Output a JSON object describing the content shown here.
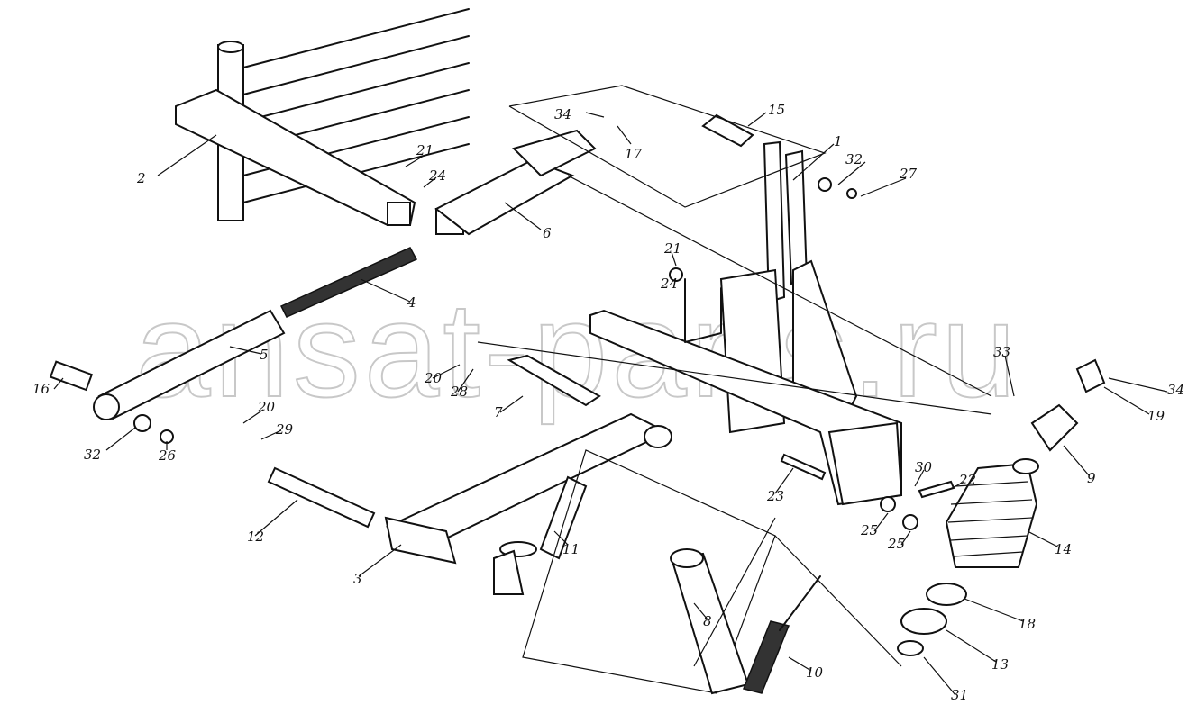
{
  "watermark": "ansat-parts.ru",
  "callouts": {
    "p1": "1",
    "p2": "2",
    "p3": "3",
    "p4": "4",
    "p5": "5",
    "p6": "6",
    "p7": "7",
    "p8": "8",
    "p9": "9",
    "p10": "10",
    "p11": "11",
    "p12": "12",
    "p13": "13",
    "p14": "14",
    "p15": "15",
    "p16": "16",
    "p17": "17",
    "p18": "18",
    "p19": "19",
    "p20a": "20",
    "p20b": "20",
    "p21a": "21",
    "p21b": "21",
    "p22": "22",
    "p23": "23",
    "p24a": "24",
    "p24b": "24",
    "p25a": "25",
    "p25b": "25",
    "p26": "26",
    "p27": "27",
    "p28": "28",
    "p29": "29",
    "p30": "30",
    "p31": "31",
    "p32a": "32",
    "p32b": "32",
    "p33": "33",
    "p34a": "34",
    "p34b": "34"
  }
}
